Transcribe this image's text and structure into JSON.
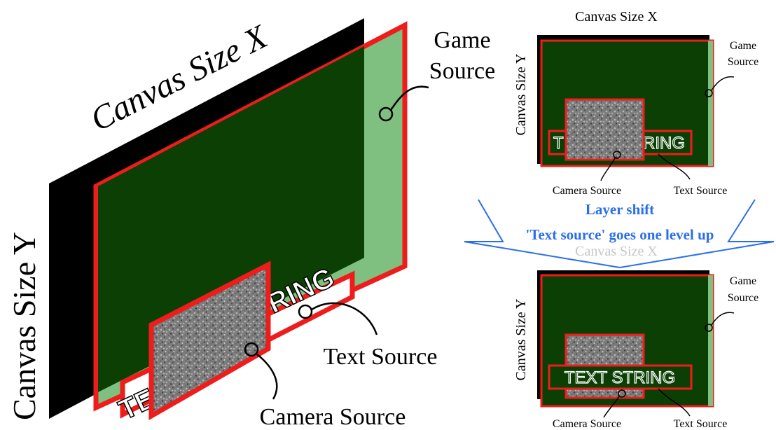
{
  "left_view": {
    "canvas_x_label": "Canvas Size X",
    "canvas_y_label": "Canvas Size Y",
    "game_source_line1": "Game",
    "game_source_line2": "Source",
    "text_source_label": "Text Source",
    "camera_source_label": "Camera Source",
    "text_string_visible": "RING",
    "text_string_partial": "TE"
  },
  "right_top": {
    "canvas_x_label": "Canvas Size X",
    "canvas_y_label": "Canvas Size Y",
    "game_source_line1": "Game",
    "game_source_line2": "Source",
    "text_left": "T",
    "text_right": "RING",
    "camera_source_label": "Camera Source",
    "text_source_label": "Text Source"
  },
  "layer_shift": {
    "title": "Layer shift",
    "subtitle": "'Text source' goes one level up",
    "ghost_label": "Canvas Size X"
  },
  "right_bottom": {
    "canvas_y_label": "Canvas Size Y",
    "game_source_line1": "Game",
    "game_source_line2": "Source",
    "text_string": "TEXT STRING",
    "camera_source_label": "Camera Source",
    "text_source_label": "Text Source"
  },
  "colors": {
    "canvas_black": "#000000",
    "game_dark_green": "#0c3f04",
    "game_light_green": "#7fbf7f",
    "frame_red": "#ef1c1c",
    "accent_blue": "#2a6fe8",
    "camera_gray": "#7a7a7a"
  }
}
